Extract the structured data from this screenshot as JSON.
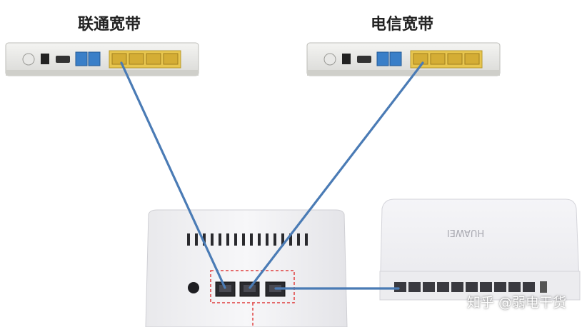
{
  "labels": {
    "left_modem": "联通宽带",
    "right_modem": "电信宽带"
  },
  "devices": {
    "switch_brand": "HUAWEI"
  },
  "watermark": "知乎 @弱电干货",
  "colors": {
    "cable": "#4a7bb5",
    "lan_port": "#e8c64f",
    "pon_port": "#3a7fc8",
    "highlight_box": "#e04040"
  }
}
